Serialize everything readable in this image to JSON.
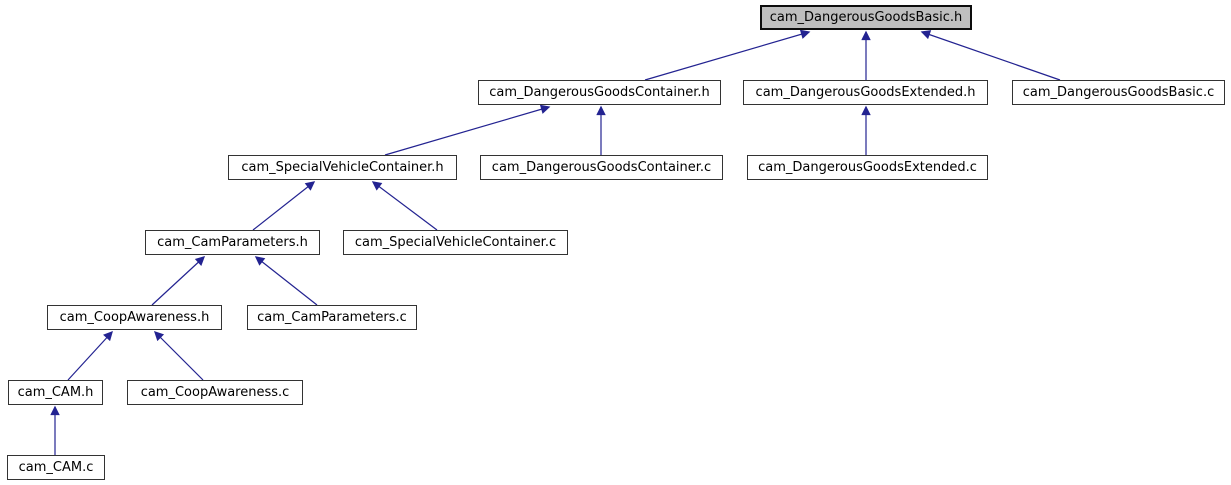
{
  "diagram": {
    "type": "include-dependency-graph",
    "root": "cam_DangerousGoodsBasic.h",
    "colors": {
      "edge": "#232391",
      "node_fill": "#ffffff",
      "node_border": "#333333",
      "highlight_fill": "#bfbfbf",
      "text": "#000000",
      "background": "#ffffff"
    }
  },
  "nodes": [
    {
      "label": "cam_DangerousGoodsBasic.h",
      "highlighted": true
    },
    {
      "label": "cam_DangerousGoodsContainer.h",
      "highlighted": false
    },
    {
      "label": "cam_DangerousGoodsExtended.h",
      "highlighted": false
    },
    {
      "label": "cam_DangerousGoodsBasic.c",
      "highlighted": false
    },
    {
      "label": "cam_SpecialVehicleContainer.h",
      "highlighted": false
    },
    {
      "label": "cam_DangerousGoodsContainer.c",
      "highlighted": false
    },
    {
      "label": "cam_DangerousGoodsExtended.c",
      "highlighted": false
    },
    {
      "label": "cam_CamParameters.h",
      "highlighted": false
    },
    {
      "label": "cam_SpecialVehicleContainer.c",
      "highlighted": false
    },
    {
      "label": "cam_CoopAwareness.h",
      "highlighted": false
    },
    {
      "label": "cam_CamParameters.c",
      "highlighted": false
    },
    {
      "label": "cam_CAM.h",
      "highlighted": false
    },
    {
      "label": "cam_CoopAwareness.c",
      "highlighted": false
    },
    {
      "label": "cam_CAM.c",
      "highlighted": false
    }
  ],
  "edges": [
    {
      "from": "cam_DangerousGoodsContainer.h",
      "to": "cam_DangerousGoodsBasic.h"
    },
    {
      "from": "cam_DangerousGoodsExtended.h",
      "to": "cam_DangerousGoodsBasic.h"
    },
    {
      "from": "cam_DangerousGoodsBasic.c",
      "to": "cam_DangerousGoodsBasic.h"
    },
    {
      "from": "cam_SpecialVehicleContainer.h",
      "to": "cam_DangerousGoodsContainer.h"
    },
    {
      "from": "cam_DangerousGoodsContainer.c",
      "to": "cam_DangerousGoodsContainer.h"
    },
    {
      "from": "cam_DangerousGoodsExtended.c",
      "to": "cam_DangerousGoodsExtended.h"
    },
    {
      "from": "cam_CamParameters.h",
      "to": "cam_SpecialVehicleContainer.h"
    },
    {
      "from": "cam_SpecialVehicleContainer.c",
      "to": "cam_SpecialVehicleContainer.h"
    },
    {
      "from": "cam_CoopAwareness.h",
      "to": "cam_CamParameters.h"
    },
    {
      "from": "cam_CamParameters.c",
      "to": "cam_CamParameters.h"
    },
    {
      "from": "cam_CAM.h",
      "to": "cam_CoopAwareness.h"
    },
    {
      "from": "cam_CoopAwareness.c",
      "to": "cam_CoopAwareness.h"
    },
    {
      "from": "cam_CAM.c",
      "to": "cam_CAM.h"
    }
  ]
}
